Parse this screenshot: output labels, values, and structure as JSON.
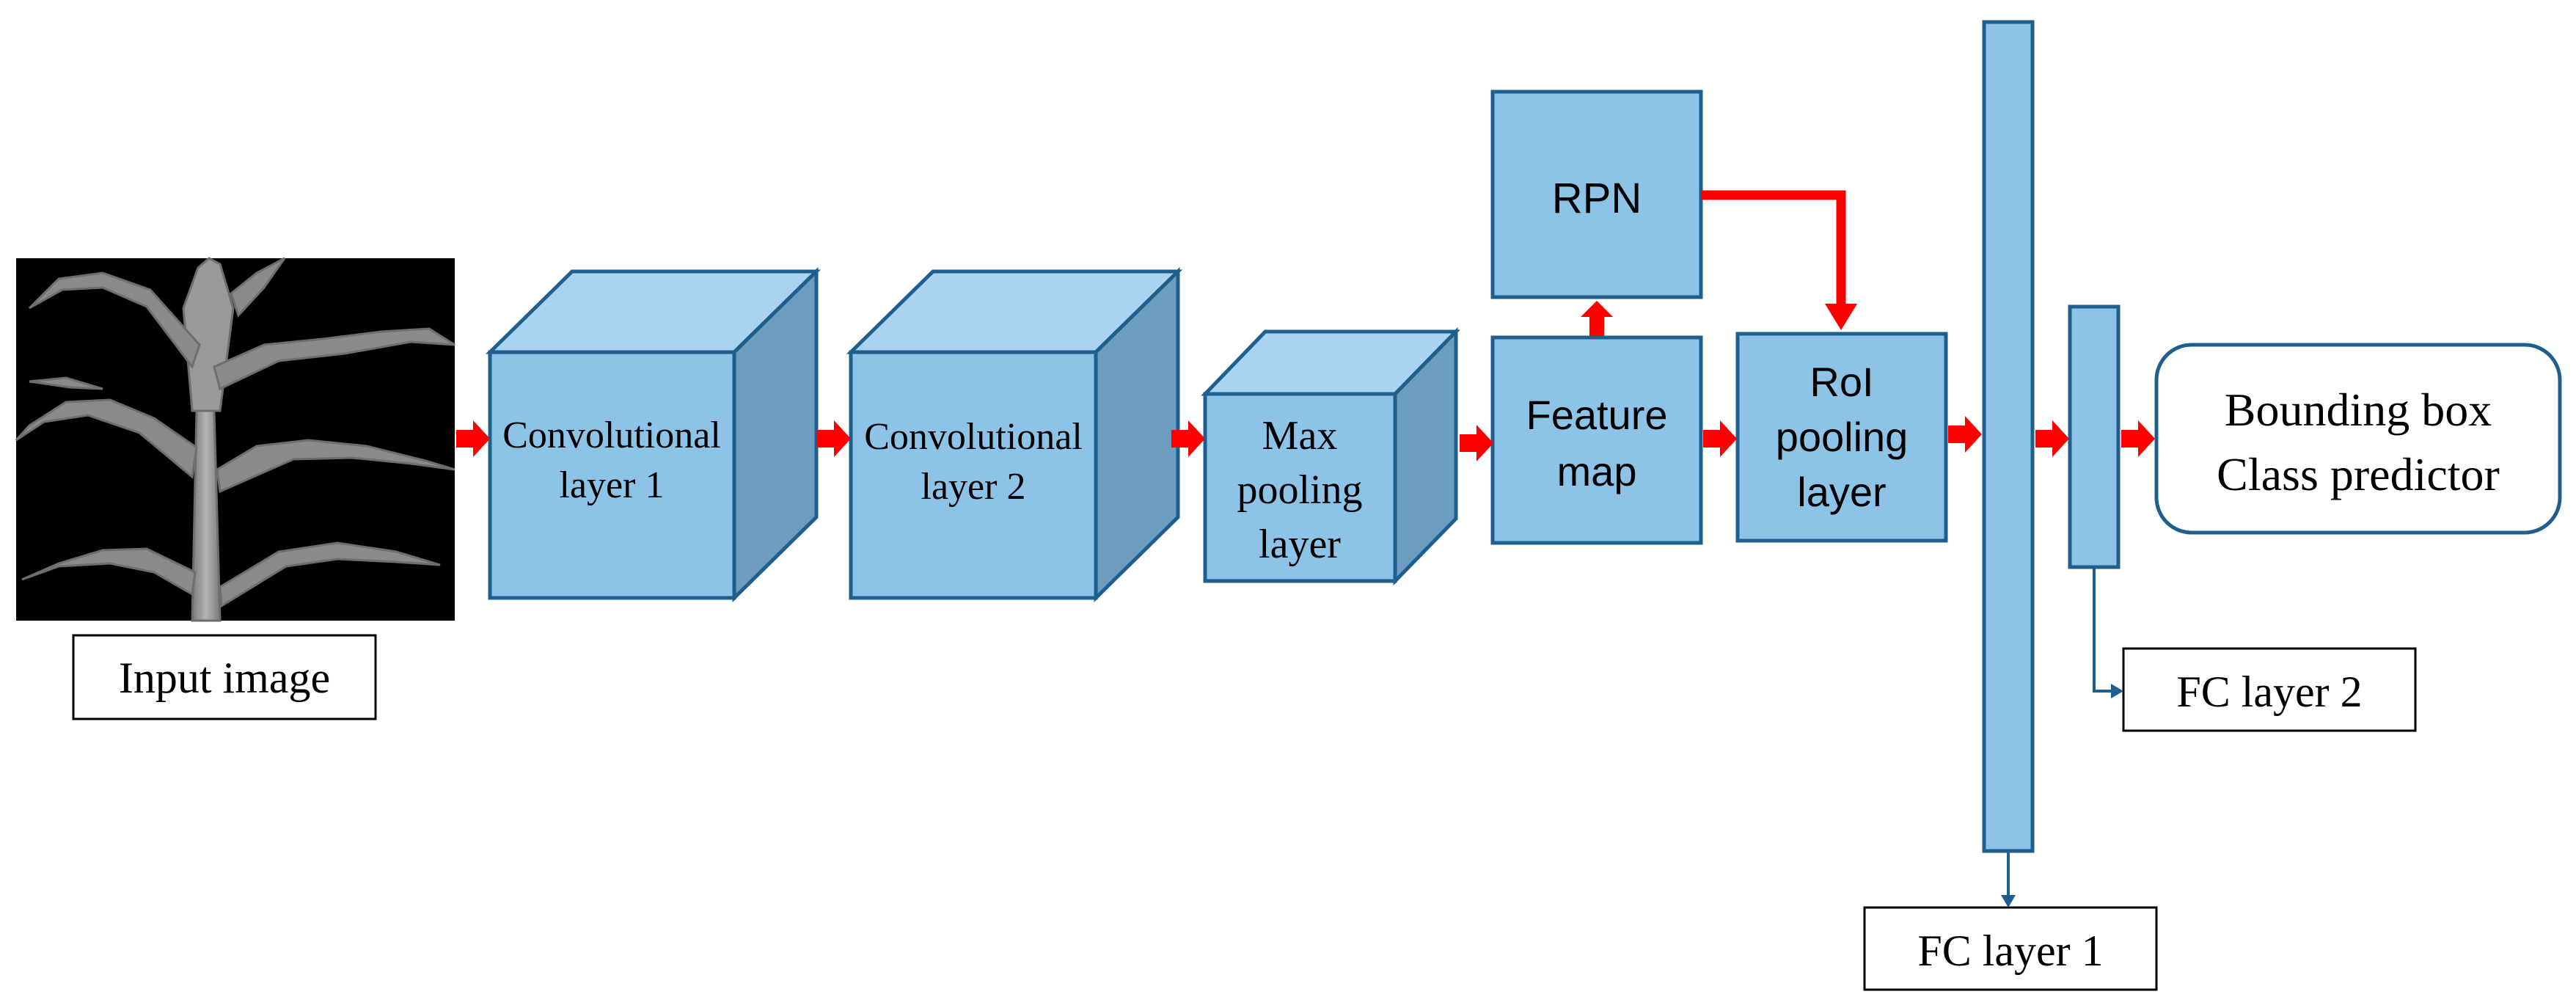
{
  "colors": {
    "box_fill": "#8CC3E6",
    "box_top": "#A9D3F0",
    "box_side": "#6C9DC1",
    "box_stroke": "#1F5F8E",
    "arrow": "#FF0000",
    "fc_connector": "#1F5F8E",
    "input_background": "#000000"
  },
  "nodes": {
    "input_image": {
      "label": "Input image"
    },
    "conv1": {
      "label_lines": [
        "Convolutional",
        "layer 1"
      ]
    },
    "conv2": {
      "label_lines": [
        "Convolutional",
        "layer 2"
      ]
    },
    "max_pool": {
      "label_lines": [
        "Max",
        "pooling",
        "layer"
      ]
    },
    "feature_map": {
      "label_lines": [
        "Feature",
        "map"
      ]
    },
    "rpn": {
      "label": "RPN"
    },
    "roi_pool": {
      "label_lines": [
        "RoI",
        "pooling",
        "layer"
      ]
    },
    "fc1": {
      "label": "FC layer 1"
    },
    "fc2": {
      "label": "FC layer 2"
    },
    "output": {
      "label_lines": [
        "Bounding box",
        "Class predictor"
      ]
    }
  }
}
